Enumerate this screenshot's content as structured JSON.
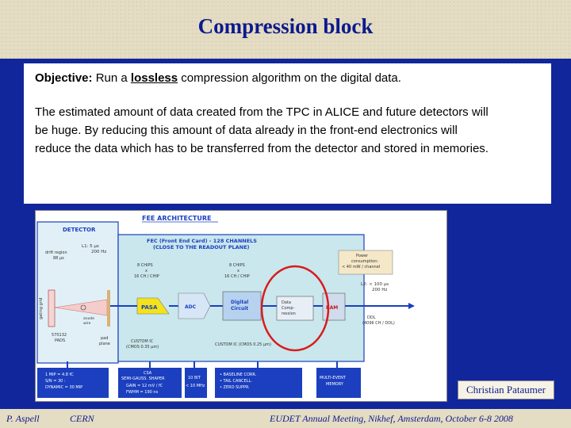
{
  "slide": {
    "title": "Compression block",
    "objective_label": "Objective:",
    "objective_pre": " Run a ",
    "objective_emph": "lossless",
    "objective_post": " compression algorithm  on the digital data.",
    "paragraph_lines": [
      "The estimated amount of data created from the TPC in ALICE and future detectors will",
      "be huge. By reducing this amount of data already in the front-end electronics will",
      "reduce the data which has to be transferred from the detector and stored in memories."
    ],
    "signature": "Christian Pataumer"
  },
  "footer": {
    "author": "P. Aspell",
    "org": "CERN",
    "event": "EUDET Annual Meeting, Nikhef, Amsterdam, October 6-8 2008"
  },
  "diagram": {
    "title": "FEE ARCHITECTURE",
    "detector_label": "DETECTOR",
    "fec_title_1": "FEC (Front End Card) - 128 CHANNELS",
    "fec_title_2": "(CLOSE TO THE READOUT PLANE)",
    "chips_1a": "8 CHIPS",
    "chips_1b": "x",
    "chips_1c": "16 CH / CHIP",
    "chips_2a": "8 CHIPS",
    "chips_2b": "x",
    "chips_2c": "16 CH / CHIP",
    "power_1": "Power",
    "power_2": "consumption:",
    "power_3": "< 40 mW / channel",
    "l1": "L1: 5 µs",
    "l1_rate": "200 Hz",
    "l2": "L2: < 100 µs",
    "l2_rate": "200 Hz",
    "drift_1": "drift region",
    "drift_2": "88 µs",
    "pasa": "PASA",
    "adc": "ADC",
    "digital_1": "Digital",
    "digital_2": "Circuit",
    "data_comp_1": "Data",
    "data_comp_2": "Comp-",
    "data_comp_3": "ression",
    "ram": "RAM",
    "anode": "anode",
    "wire": "wire",
    "pads": "570132",
    "pads_2": "PADS",
    "pad_plane_1": "pad",
    "pad_plane_2": "plane",
    "custom_1": "CUSTOM IC",
    "custom_2": "(CMOS 0.35 µm)",
    "custom_3": "CUSTOM IC (CMOS 0.25 µm)",
    "ddl_1": "DDL",
    "ddl_2": "(4096 CH / DDL)",
    "box1_1": "1 MIP = 4.8 fC",
    "box1_2": "S/N    = 30 :",
    "box1_3": "DYNAMIC = 30 MIP",
    "box2_1": "CSA",
    "box2_2": "SEMI-GAUSS. SHAPER",
    "box2_3": "GAIN   = 12 mV / fC",
    "box2_4": "FWHM = 190 ns",
    "box3_1": "10 BIT",
    "box3_2": "< 10 MHz",
    "box4_1": "• BASELINE CORR.",
    "box4_2": "• TAIL CANCELL.",
    "box4_3": "• ZERO SUPPR.",
    "box5_1": "MULTI-EVENT",
    "box5_2": "MEMORY",
    "side_label": "gating grid"
  },
  "colors": {
    "title_text": "#0c1a8c",
    "main_panel": "#11269b",
    "diagram_blue": "#1b3fbf",
    "fec_bg": "#c9e7ec",
    "highlight_circle": "#d81c1c",
    "pasa_yellow": "#f4e21c"
  }
}
